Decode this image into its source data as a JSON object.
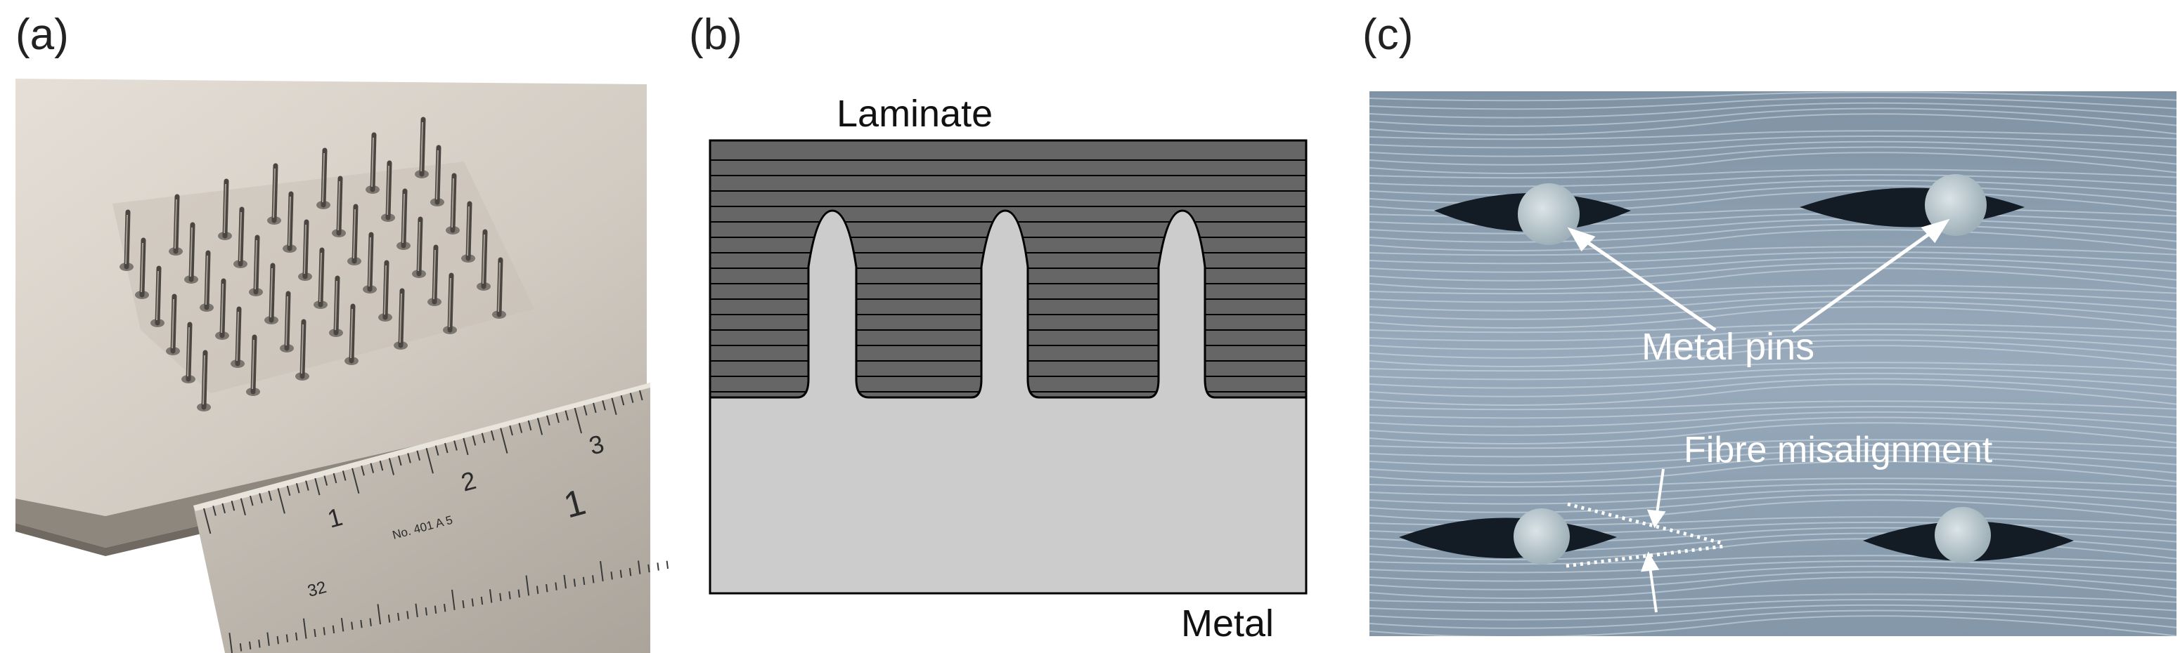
{
  "panels": {
    "a": {
      "label": "(a)"
    },
    "b": {
      "label": "(b)",
      "laminate_label": "Laminate",
      "metal_label": "Metal"
    },
    "c": {
      "label": "(c)",
      "metal_pins_label": "Metal pins",
      "fibre_label": "Fibre misalignment"
    }
  },
  "ruler": {
    "top_numbers": [
      "1",
      "2",
      "3"
    ],
    "bottom_number": "1",
    "mark_32": "32",
    "model_text": "No. 401 A 5"
  },
  "colors": {
    "laminate": "#666666",
    "metal": "#cccccc",
    "background": "#ffffff",
    "micrograph": "#8ea1b2",
    "pin": "#b9c6cc"
  }
}
